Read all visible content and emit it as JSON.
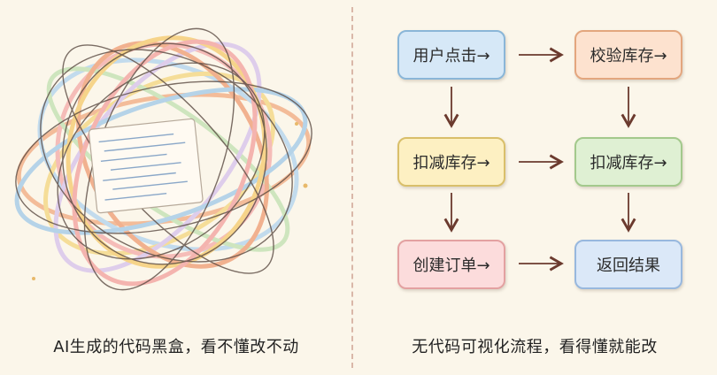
{
  "left": {
    "caption": "AI生成的代码黑盒，看不懂改不动"
  },
  "right": {
    "caption": "无代码可视化流程，看得懂就能改",
    "nodes": [
      {
        "id": "user-click",
        "label": "用户点击→",
        "fill": "#d6e8f7",
        "stroke": "#8ab6d8"
      },
      {
        "id": "verify-stock",
        "label": "校验库存→",
        "fill": "#fde2cf",
        "stroke": "#e3a67e"
      },
      {
        "id": "deduct-stock-left",
        "label": "扣减库存→",
        "fill": "#fdf0c2",
        "stroke": "#d9bf6a"
      },
      {
        "id": "deduct-stock-right",
        "label": "扣减库存→",
        "fill": "#dff0d3",
        "stroke": "#a3c98c"
      },
      {
        "id": "create-order",
        "label": "创建订单→",
        "fill": "#fcdcdc",
        "stroke": "#e3a1a1"
      },
      {
        "id": "return-result",
        "label": "返回结果",
        "fill": "#dbe8f8",
        "stroke": "#98b8de"
      }
    ]
  },
  "colors": {
    "background": "#fbf6ea",
    "arrow": "#6b3a2e",
    "divider": "#d9b7a8"
  }
}
